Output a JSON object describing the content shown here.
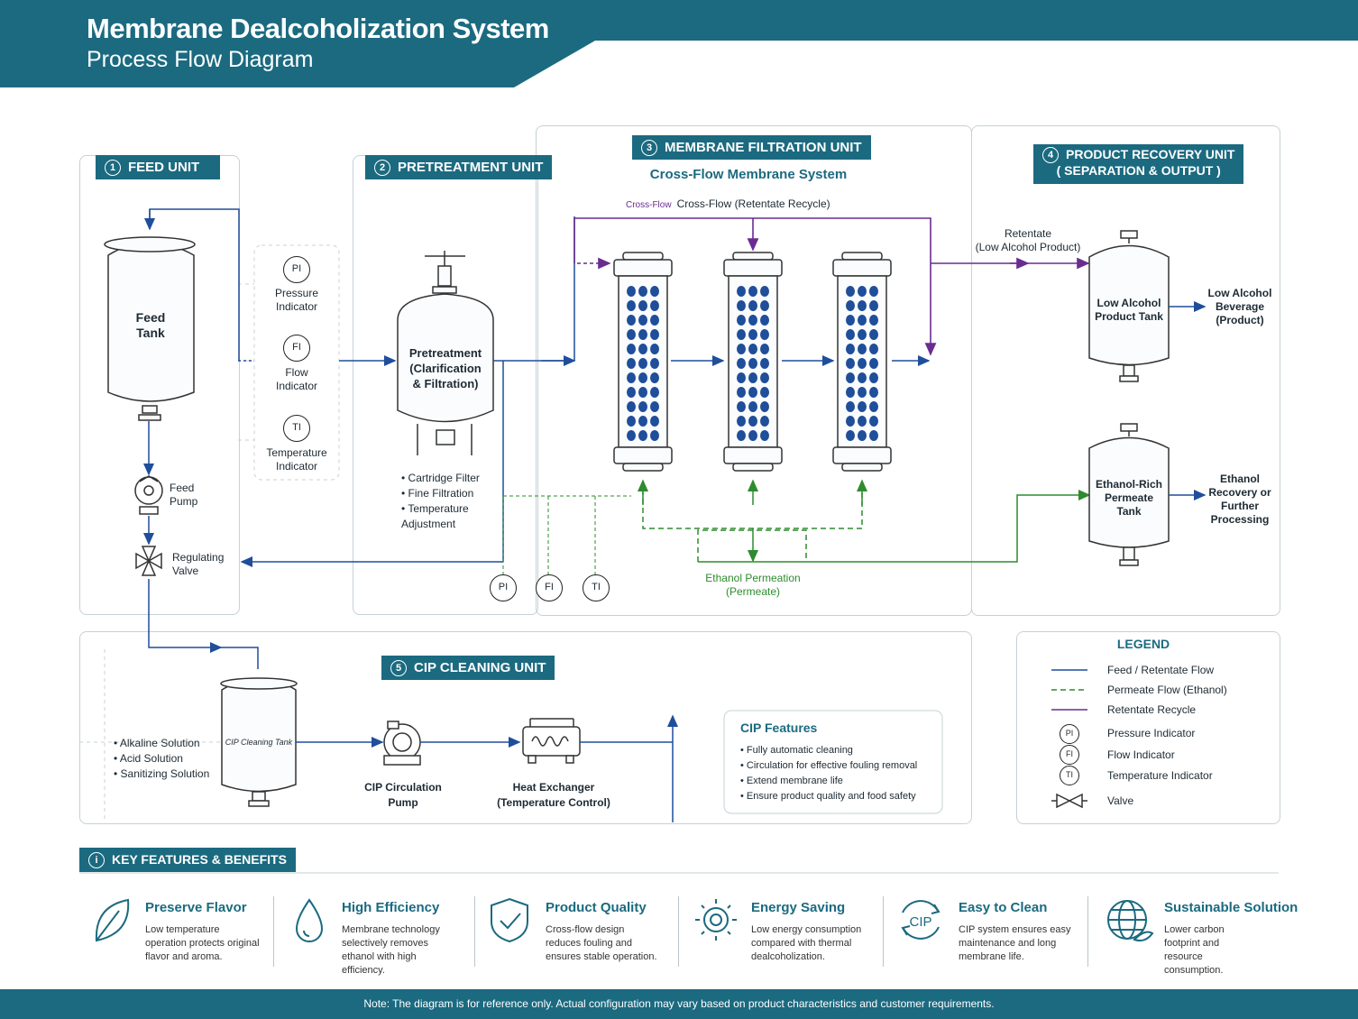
{
  "header": {
    "title": "Membrane Dealcoholization System",
    "subtitle": "Process Flow Diagram"
  },
  "units": {
    "feed": {
      "num": "1",
      "label": "FEED UNIT"
    },
    "pretreatment": {
      "num": "2",
      "label": "PRETREATMENT UNIT"
    },
    "membrane": {
      "num": "3",
      "label": "MEMBRANE FILTRATION UNIT",
      "sub": "Cross-Flow Membrane System"
    },
    "product": {
      "num": "4",
      "label": "PRODUCT RECOVERY UNIT",
      "label2": "( SEPARATION & OUTPUT )"
    },
    "cip": {
      "num": "5",
      "label": "CIP CLEANING UNIT"
    }
  },
  "feed": {
    "tank_line1": "Feed",
    "tank_line2": "Tank",
    "pump_line1": "Feed",
    "pump_line2": "Pump",
    "valve_line1": "Regulating",
    "valve_line2": "Valve"
  },
  "instruments": {
    "pi": "PI",
    "fi": "FI",
    "ti": "TI",
    "pi_l1": "Pressure",
    "pi_l2": "Indicator",
    "fi_l1": "Flow",
    "fi_l2": "Indicator",
    "ti_l1": "Temperature",
    "ti_l2": "Indicator"
  },
  "pretreatment": {
    "l1": "Pretreatment",
    "l2": "(Clarification",
    "l3": "& Filtration)",
    "bullets": [
      "Cartridge Filter",
      "Fine Filtration",
      "Temperature Adjustment"
    ]
  },
  "membrane": {
    "recycle_label": "Cross-Flow (Retentate Recycle)",
    "recycle_garbled": "Cross-Flow",
    "permeation_l1": "Ethanol Permeation",
    "permeation_l2": "(Permeate)"
  },
  "product": {
    "retentate_l1": "Retentate",
    "retentate_l2": "(Low Alcohol Product)",
    "low_tank_l1": "Low Alcohol",
    "low_tank_l2": "Product Tank",
    "low_out_l1": "Low Alcohol",
    "low_out_l2": "Beverage",
    "low_out_l3": "(Product)",
    "eth_tank_l1": "Ethanol-Rich",
    "eth_tank_l2": "Permeate",
    "eth_tank_l3": "Tank",
    "eth_out_l1": "Ethanol",
    "eth_out_l2": "Recovery or",
    "eth_out_l3": "Further",
    "eth_out_l4": "Processing"
  },
  "cip": {
    "solutions": [
      "Alkaline Solution",
      "Acid Solution",
      "Sanitizing Solution"
    ],
    "tank": "CIP Cleaning Tank",
    "pump_l1": "CIP Circulation",
    "pump_l2": "Pump",
    "hx_l1": "Heat Exchanger",
    "hx_l2": "(Temperature Control)",
    "features_title": "CIP Features",
    "features": [
      "Fully automatic cleaning",
      "Circulation for effective fouling removal",
      "Extend membrane life",
      "Ensure product quality and food safety"
    ]
  },
  "legend": {
    "title": "LEGEND",
    "items": [
      "Feed / Retentate Flow",
      "Permeate Flow (Ethanol)",
      "Retentate Recycle",
      "Pressure Indicator",
      "Flow Indicator",
      "Temperature Indicator",
      "Valve"
    ]
  },
  "benefits": {
    "title": "KEY FEATURES & BENEFITS",
    "items": [
      {
        "icon": "leaf-icon",
        "title": "Preserve Flavor",
        "desc": "Low temperature operation protects original flavor and aroma."
      },
      {
        "icon": "droplet-icon",
        "title": "High Efficiency",
        "desc": "Membrane technology selectively removes ethanol with high efficiency."
      },
      {
        "icon": "shield-check-icon",
        "title": "Product Quality",
        "desc": "Cross-flow design reduces fouling and ensures stable operation."
      },
      {
        "icon": "gear-icon",
        "title": "Energy Saving",
        "desc": "Low energy consumption compared with thermal dealcoholization."
      },
      {
        "icon": "cip-cycle-icon",
        "title": "Easy to Clean",
        "desc": "CIP system ensures easy maintenance and long membrane life."
      },
      {
        "icon": "globe-leaf-icon",
        "title": "Sustainable Solution",
        "desc": "Lower carbon footprint and resource consumption."
      }
    ]
  },
  "footer": {
    "note": "Note: The diagram is for reference only. Actual configuration may vary based on product characteristics and customer requirements."
  },
  "colors": {
    "header": "#1b6a80",
    "feed_flow": "#1f4e9a",
    "permeate_flow": "#2e8b2e",
    "recycle_flow": "#6a2c91"
  }
}
